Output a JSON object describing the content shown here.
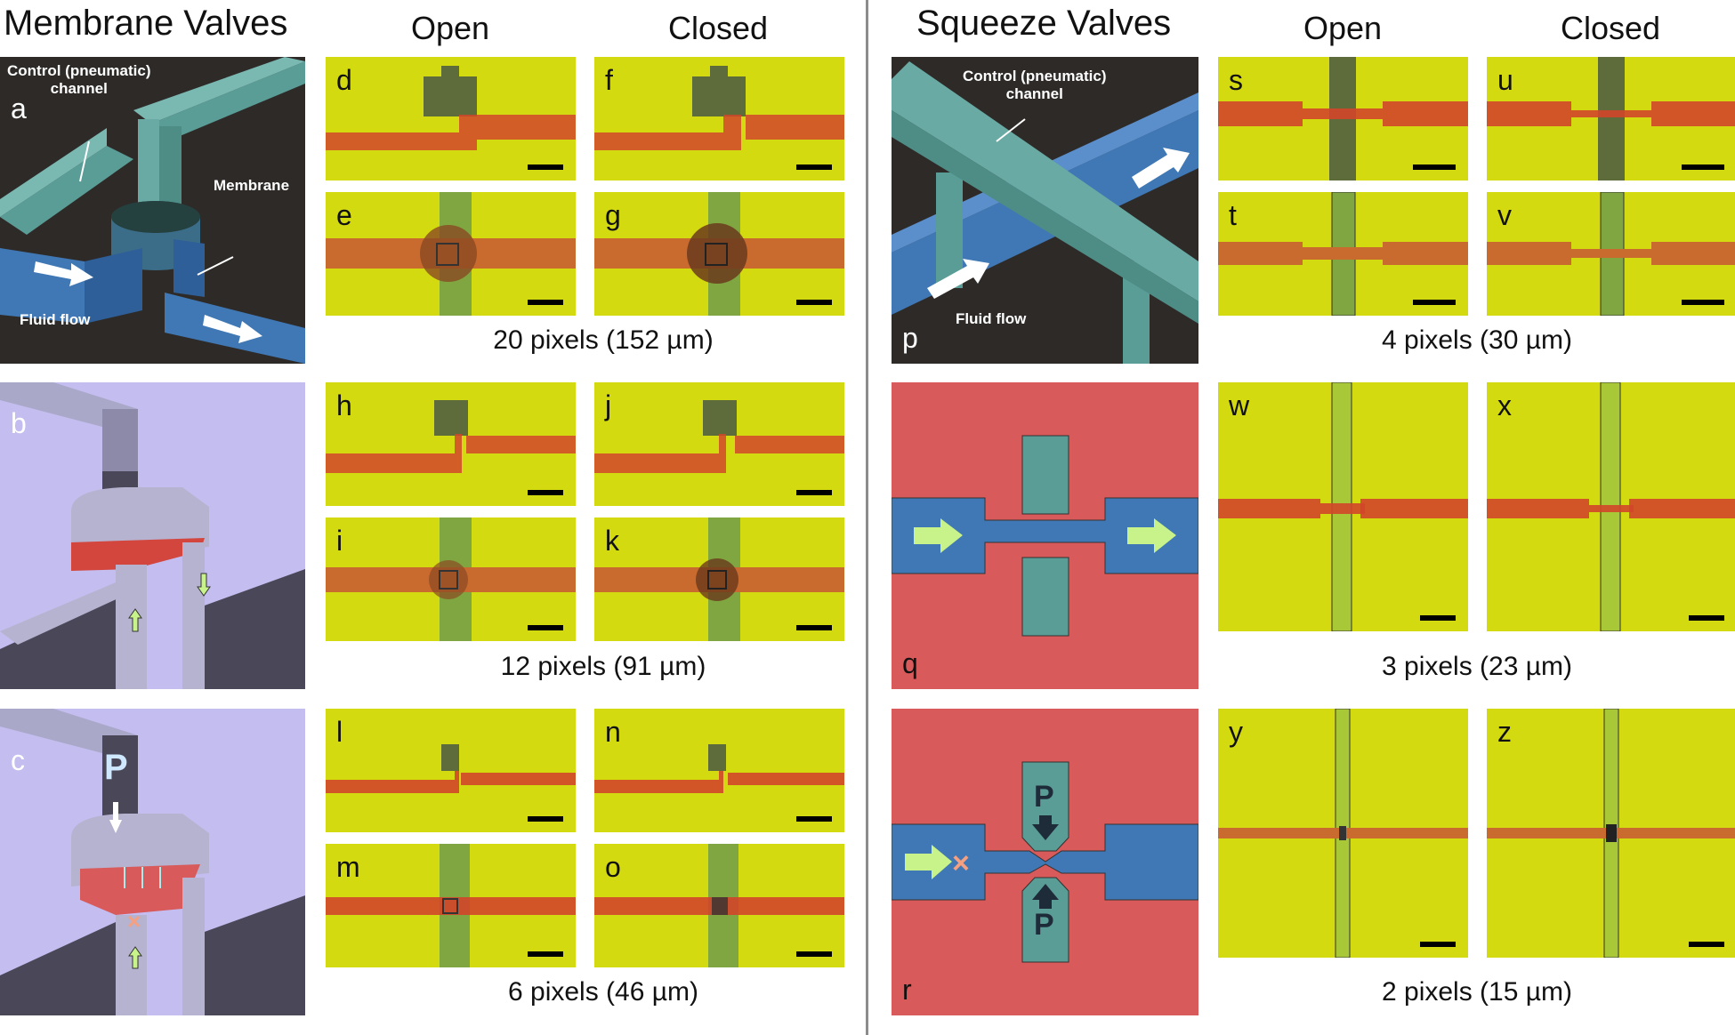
{
  "left": {
    "title": "Membrane Valves",
    "col_open": "Open",
    "col_closed": "Closed",
    "diagram_a": {
      "letter": "a",
      "control_label_1": "Control (pneumatic)",
      "control_label_2": "channel",
      "membrane_label": "Membrane",
      "fluid_label": "Fluid flow"
    },
    "diagram_b": {
      "letter": "b"
    },
    "diagram_c": {
      "letter": "c",
      "pressure": "P"
    },
    "rows": [
      {
        "letters": [
          "d",
          "f",
          "e",
          "g"
        ],
        "caption": "20 pixels (152 µm)"
      },
      {
        "letters": [
          "h",
          "j",
          "i",
          "k"
        ],
        "caption": "12 pixels (91 µm)"
      },
      {
        "letters": [
          "l",
          "n",
          "m",
          "o"
        ],
        "caption": "6 pixels (46 µm)"
      }
    ]
  },
  "right": {
    "title": "Squeeze Valves",
    "col_open": "Open",
    "col_closed": "Closed",
    "diagram_p": {
      "letter": "p",
      "control_label_1": "Control (pneumatic)",
      "control_label_2": "channel",
      "fluid_label": "Fluid flow"
    },
    "diagram_q": {
      "letter": "q"
    },
    "diagram_r": {
      "letter": "r",
      "pressure": "P"
    },
    "rows": [
      {
        "letters": [
          "s",
          "u",
          "t",
          "v"
        ],
        "caption": "4 pixels (30 µm)"
      },
      {
        "letters": [
          "w",
          "x"
        ],
        "caption": "3 pixels (23 µm)"
      },
      {
        "letters": [
          "y",
          "z"
        ],
        "caption": "2 pixels (15 µm)"
      }
    ]
  },
  "colors": {
    "micrograph_bg": "#d4da10",
    "channel_red": "#d2462a",
    "control_teal": "#5a9c96",
    "fluid_blue": "#3f78b5",
    "diagram_dark": "#2e2a28",
    "diagram_lavender": "#c4bdf0",
    "diagram_red": "#d85a5a"
  }
}
